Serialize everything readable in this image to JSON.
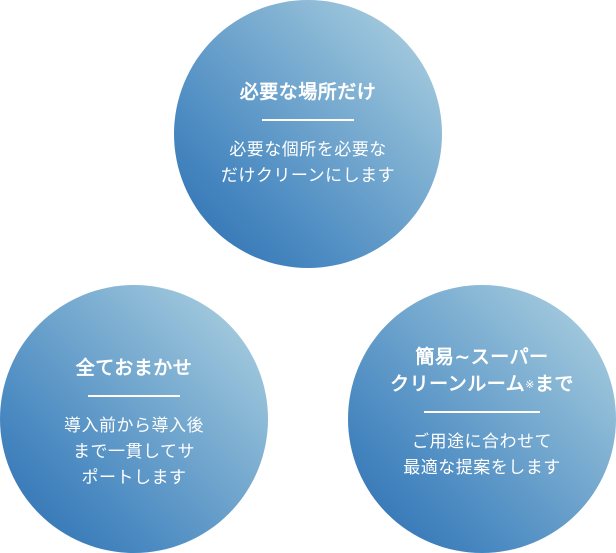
{
  "circles": [
    {
      "title": "必要な場所だけ",
      "desc_lines": [
        "必要な個所を必要な",
        "だけクリーンにします"
      ]
    },
    {
      "title": "全ておまかせ",
      "desc_lines": [
        "導入前から導入後",
        "まで一貫してサ",
        "ポートします"
      ]
    },
    {
      "title_lines": [
        "簡易~スーパー",
        "クリーンルーム"
      ],
      "title_note": "※",
      "title_suffix": "まで",
      "desc_lines": [
        "ご用途に合わせて",
        "最適な提案をします"
      ]
    }
  ],
  "colors": {
    "light": "#b4d6e3",
    "dark": "#2a6cb0"
  }
}
